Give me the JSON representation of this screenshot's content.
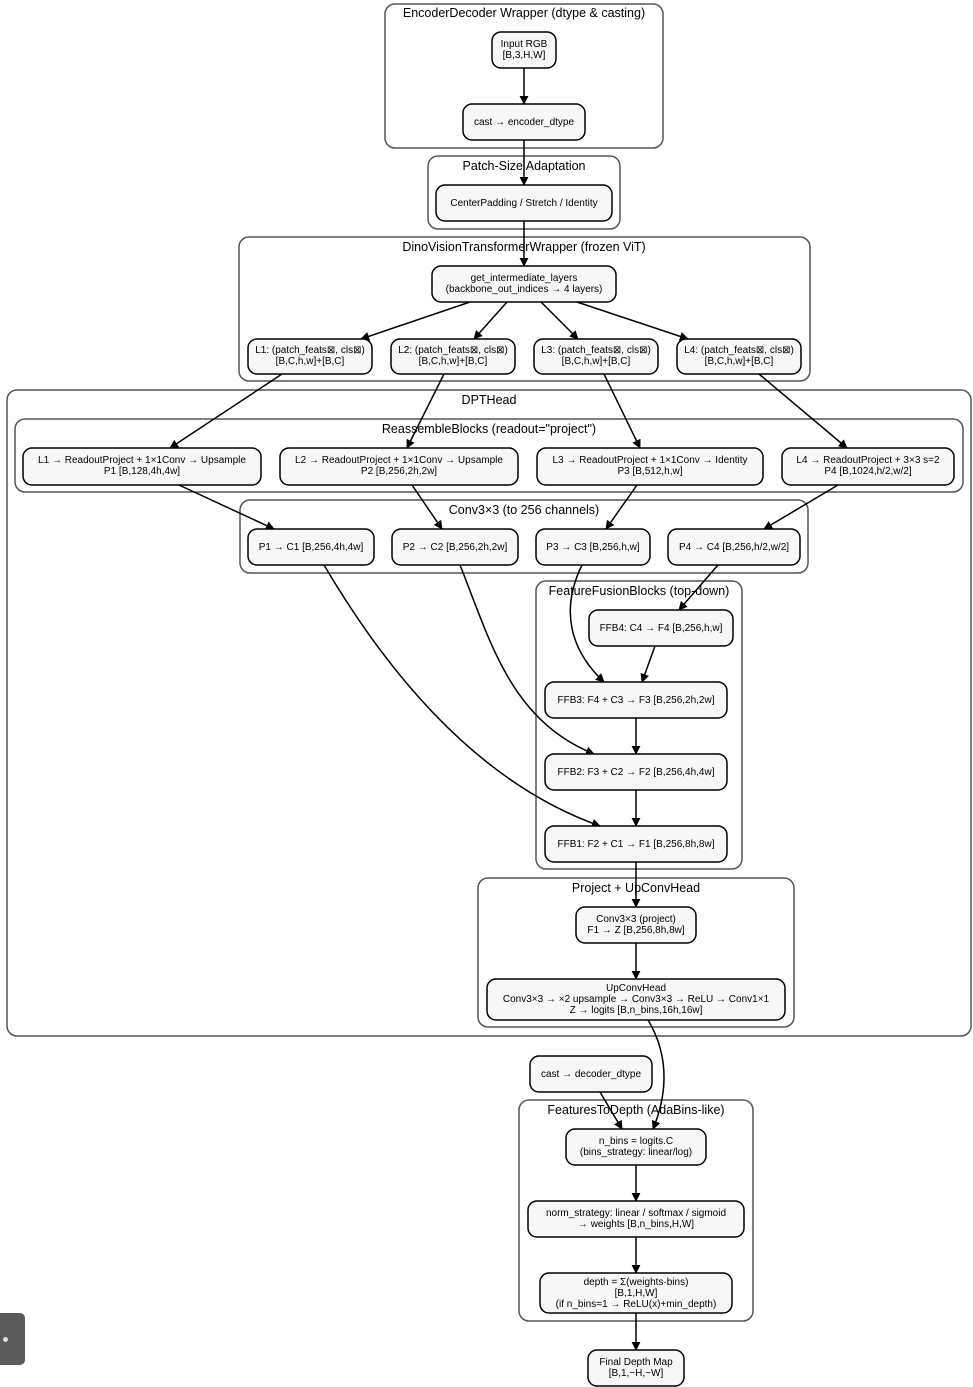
{
  "clusters": {
    "encdec": "EncoderDecoder Wrapper (dtype & casting)",
    "patch": "Patch-Size Adaptation",
    "dino": "DinoVisionTransformerWrapper (frozen ViT)",
    "dpt": "DPTHead",
    "reassemble": "ReassembleBlocks (readout=\"project\")",
    "conv": "Conv3×3 (to 256 channels)",
    "ffb": "FeatureFusionBlocks (top-down)",
    "project": "Project + UpConvHead",
    "f2d": "FeaturesToDepth (AdaBins-like)"
  },
  "nodes": {
    "input": [
      "Input RGB",
      "[B,3,H,W]"
    ],
    "cast_enc": [
      "cast → encoder_dtype"
    ],
    "centerpad": [
      "CenterPadding / Stretch / Identity"
    ],
    "get_layers": [
      "get_intermediate_layers",
      "(backbone_out_indices → 4 layers)"
    ],
    "l1": [
      "L1: (patch_feats⊠, cls⊠)",
      "[B,C,h,w]+[B,C]"
    ],
    "l2": [
      "L2: (patch_feats⊠, cls⊠)",
      "[B,C,h,w]+[B,C]"
    ],
    "l3": [
      "L3: (patch_feats⊠, cls⊠)",
      "[B,C,h,w]+[B,C]"
    ],
    "l4": [
      "L4: (patch_feats⊠, cls⊠)",
      "[B,C,h,w]+[B,C]"
    ],
    "r1": [
      "L1 → ReadoutProject + 1×1Conv → Upsample",
      "P1 [B,128,4h,4w]"
    ],
    "r2": [
      "L2 → ReadoutProject + 1×1Conv → Upsample",
      "P2 [B,256,2h,2w]"
    ],
    "r3": [
      "L3 → ReadoutProject + 1×1Conv → Identity",
      "P3 [B,512,h,w]"
    ],
    "r4": [
      "L4 → ReadoutProject + 3×3 s=2",
      "P4 [B,1024,h/2,w/2]"
    ],
    "c1": [
      "P1 → C1 [B,256,4h,4w]"
    ],
    "c2": [
      "P2 → C2 [B,256,2h,2w]"
    ],
    "c3": [
      "P3 → C3 [B,256,h,w]"
    ],
    "c4": [
      "P4 → C4 [B,256,h/2,w/2]"
    ],
    "ffb4": [
      "FFB4: C4 → F4 [B,256,h,w]"
    ],
    "ffb3": [
      "FFB3: F4 + C3 → F3 [B,256,2h,2w]"
    ],
    "ffb2": [
      "FFB2: F3 + C2 → F2 [B,256,4h,4w]"
    ],
    "ffb1": [
      "FFB1: F2 + C1 → F1 [B,256,8h,8w]"
    ],
    "proj": [
      "Conv3×3 (project)",
      "F1 → Z [B,256,8h,8w]"
    ],
    "upconv": [
      "UpConvHead",
      "Conv3×3 → ×2 upsample → Conv3×3 → ReLU → Conv1×1",
      "Z → logits [B,n_bins,16h,16w]"
    ],
    "cast_dec": [
      "cast → decoder_dtype"
    ],
    "nbins": [
      "n_bins = logits.C",
      "(bins_strategy: linear/log)"
    ],
    "norm": [
      "norm_strategy: linear / softmax / sigmoid",
      "→ weights [B,n_bins,H,W]"
    ],
    "depth": [
      "depth = Σ(weights·bins)",
      "[B,1,H,W]",
      "(if n_bins=1 → ReLU(x)+min_depth)"
    ],
    "final": [
      "Final Depth Map",
      "[B,1,~H,~W]"
    ]
  },
  "colors": {
    "node_fill": "#f7f7f7",
    "node_stroke": "#000000",
    "cluster_stroke": "#555555",
    "edge": "#000000"
  }
}
